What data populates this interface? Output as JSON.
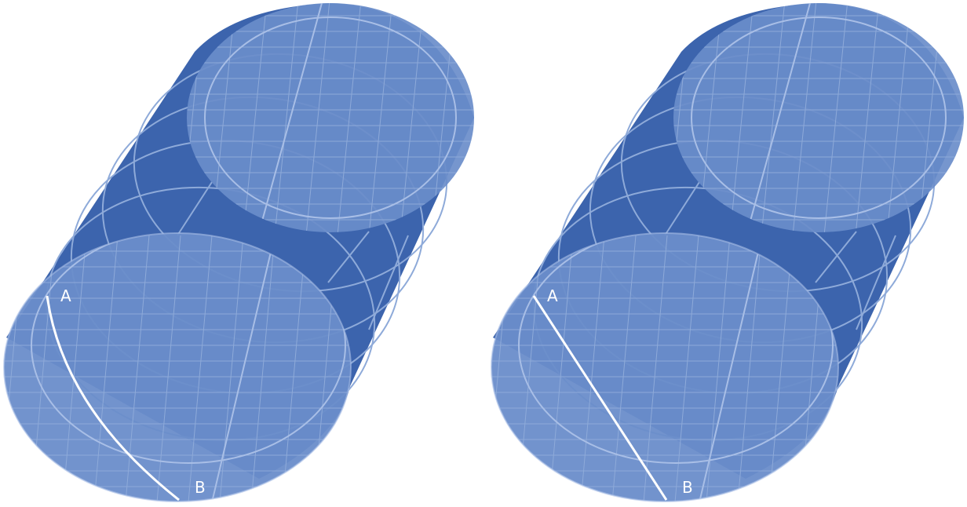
{
  "figures": [
    {
      "id": "left",
      "path_type": "curved",
      "point_a": "A",
      "point_b": "B"
    },
    {
      "id": "right",
      "path_type": "straight",
      "point_a": "A",
      "point_b": "B"
    }
  ],
  "colors": {
    "side_dark": "#3c64ad",
    "side_mid": "#4a73b8",
    "cap_fill": "#6a8dca",
    "grid_major": "#a8bee6",
    "grid_minor": "#8eaad9",
    "path": "#ffffff"
  }
}
